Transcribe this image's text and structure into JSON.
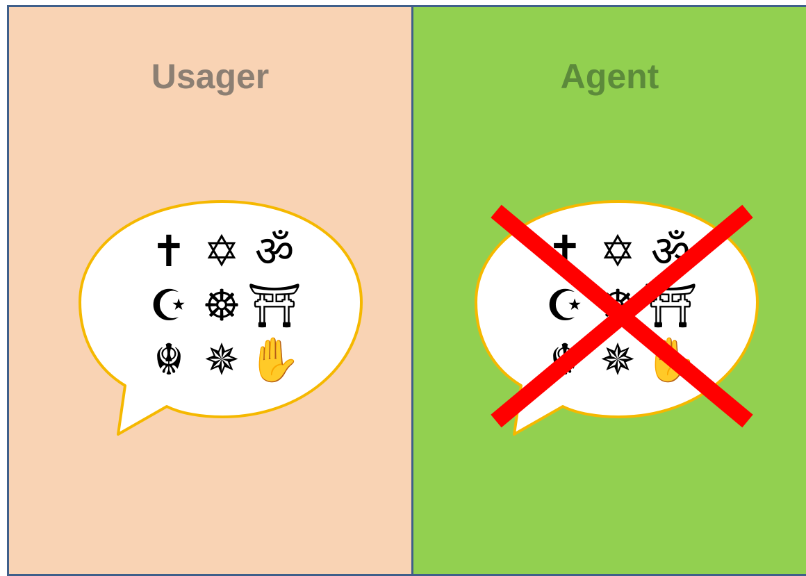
{
  "colors": {
    "usager_panel": "#f9d3b4",
    "agent_panel": "#92d050",
    "border": "#3f5f8a",
    "usager_title": "#8c7f73",
    "agent_title": "#5c8a3b",
    "bubble_fill": "#ffffff",
    "bubble_stroke": "#f5b800",
    "cross": "#ff0000"
  },
  "panels": [
    {
      "title": "Usager",
      "crossed_out": false
    },
    {
      "title": "Agent",
      "crossed_out": true
    }
  ],
  "symbols": [
    {
      "icon": "christian-cross-icon",
      "glyph": "✝"
    },
    {
      "icon": "star-of-david-icon",
      "glyph": "✡"
    },
    {
      "icon": "om-icon",
      "glyph": "ॐ"
    },
    {
      "icon": "star-and-crescent-icon",
      "glyph": "☪"
    },
    {
      "icon": "dharma-wheel-icon",
      "glyph": "☸"
    },
    {
      "icon": "torii-icon",
      "glyph": "⛩"
    },
    {
      "icon": "khanda-icon",
      "glyph": "☬"
    },
    {
      "icon": "nine-pointed-star-icon",
      "glyph": "✵"
    },
    {
      "icon": "jain-hand-icon",
      "glyph": "✋"
    }
  ]
}
